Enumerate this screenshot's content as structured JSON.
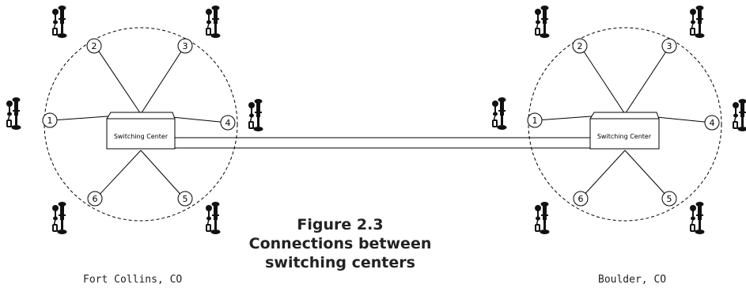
{
  "figure": {
    "title": "Figure 2.3",
    "caption_line1": "Connections between",
    "caption_line2": "switching centers"
  },
  "left_site": {
    "city": "Fort Collins, CO",
    "switch_label": "Switching Center",
    "nodes": [
      "1",
      "2",
      "3",
      "4",
      "5",
      "6"
    ]
  },
  "right_site": {
    "city": "Boulder, CO",
    "switch_label": "Switching Center",
    "nodes": [
      "1",
      "2",
      "3",
      "4",
      "5",
      "6"
    ]
  },
  "icons": {
    "phone": "candlestick-telephone-icon"
  },
  "colors": {
    "line": "#000000",
    "text": "#222222"
  }
}
